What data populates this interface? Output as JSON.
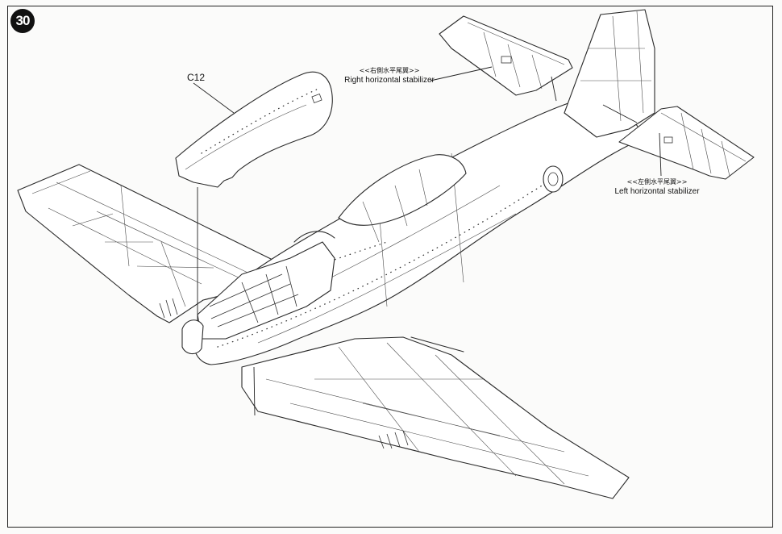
{
  "step": {
    "number": "30"
  },
  "parts": {
    "part_id": "C12",
    "right_stabilizer": {
      "cn": "<<右側水平尾翼>>",
      "en": "Right horizontal stabilizer"
    },
    "left_stabilizer": {
      "cn": "<<左側水平尾翼>>",
      "en": "Left horizontal stabilizer"
    }
  }
}
